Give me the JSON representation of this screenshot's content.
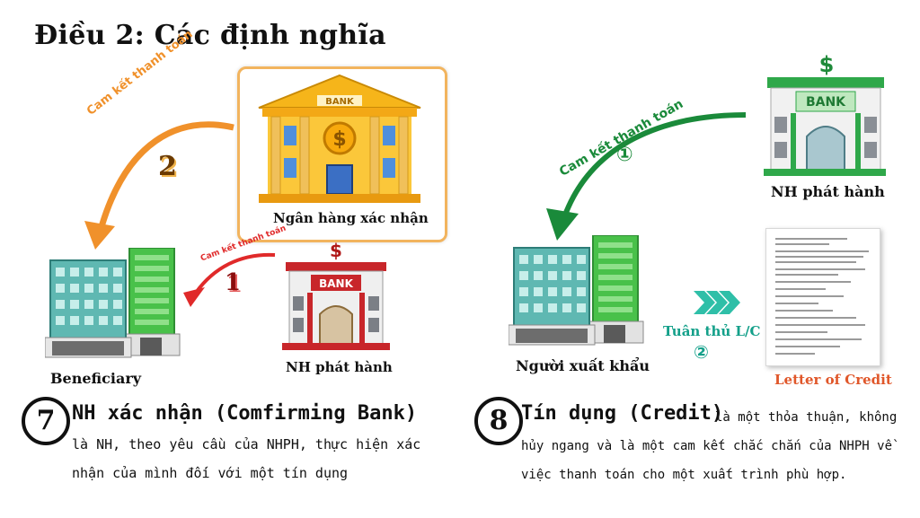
{
  "title": "Điều 2: Các định nghĩa",
  "left_diagram": {
    "confirming_bank_label": "Ngân hàng xác nhận",
    "issuing_bank_label": "NH phát hành",
    "beneficiary_label": "Beneficiary",
    "arrow_big_label": "Cam kết thanh toán",
    "arrow_big_number": "2",
    "arrow_small_label": "Cam kết thanh toán",
    "arrow_small_number": "1",
    "bank_sign": "BANK",
    "dollar_sign": "$"
  },
  "right_diagram": {
    "issuing_bank_label": "NH phát hành",
    "exporter_label": "Người xuất khẩu",
    "arrow_label": "Cam kết thanh toán",
    "arrow_number": "①",
    "comply_label": "Tuân thủ L/C",
    "comply_number": "②",
    "doc_label": "Letter of Credit",
    "bank_sign": "BANK",
    "dollar_sign": "$"
  },
  "definitions": [
    {
      "number": "7",
      "term": "NH xác nhận (Comfirming Bank)",
      "text_line1": "là NH, theo yêu cầu của NHPH, thực hiện xác",
      "text_line2": "nhận của mình đối với một tín dụng"
    },
    {
      "number": "8",
      "term": "Tín dụng (Credit)",
      "text_line0": "là một thỏa thuận, không",
      "text_line1": "hủy ngang và là một cam kết chắc chắn của NHPH về",
      "text_line2": "việc thanh toán cho một xuất trình phù hợp."
    }
  ],
  "colors": {
    "orange": "#f0912b",
    "red": "#e02a2a",
    "green": "#1a8a3a",
    "doc_label": "#e0572a"
  }
}
